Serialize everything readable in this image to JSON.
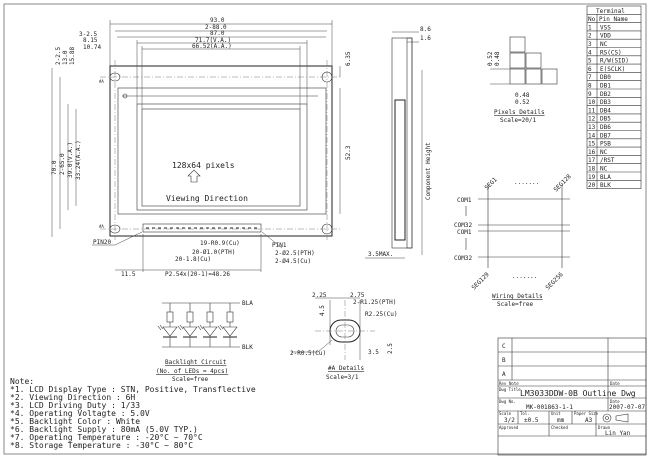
{
  "top_dims": {
    "overall": "93.0",
    "holes": "2-88.0",
    "glass": "87.0",
    "va": "71.7(V.A.)",
    "aa": "66.52(A.A.)",
    "left_a": "3-2.5",
    "left_b": "8.15",
    "left_c": "10.74"
  },
  "left_dims": {
    "overall": "70.0",
    "holes": "2-65.0",
    "va": "39.0(V.A.)",
    "aa": "33.24(A.A.)",
    "small_a": "2-2.5",
    "small_b": "13.0",
    "small_c": "15.88"
  },
  "right_dims": {
    "top": "6.35",
    "height": "52.3"
  },
  "display": {
    "pixels": "128x64 pixels",
    "direction": "Viewing Direction",
    "detail_mark": "#A"
  },
  "side_view": {
    "thick": "8.6",
    "pcb": "1.6",
    "component_height": "Component Height",
    "max": "3.5MAX."
  },
  "pins": {
    "pin20": "PIN20",
    "pin1": "PIN1",
    "r09": "19-R0.9(Cu)",
    "pth10": "20-Ø1.0(PTH)",
    "cu18": "20-1.8(Cu)",
    "offset": "11.5",
    "pitch": "P2.54x(20-1)=48.26",
    "pth25": "2-Ø2.5(PTH)",
    "cu45": "2-Ø4.5(Cu)"
  },
  "pixel_details": {
    "v1": "0.52",
    "v2": "0.48",
    "h1": "0.48",
    "h2": "0.52",
    "title": "Pixels Details",
    "scale": "Scale=20/1"
  },
  "terminal": {
    "title": "Terminal",
    "col_no": "No.",
    "col_name": "Pin Name",
    "rows": [
      [
        "1",
        "VSS"
      ],
      [
        "2",
        "VDD"
      ],
      [
        "3",
        "NC"
      ],
      [
        "4",
        "RS(CS)"
      ],
      [
        "5",
        "R/W(SID)"
      ],
      [
        "6",
        "E(SCLK)"
      ],
      [
        "7",
        "DB0"
      ],
      [
        "8",
        "DB1"
      ],
      [
        "9",
        "DB2"
      ],
      [
        "10",
        "DB3"
      ],
      [
        "11",
        "DB4"
      ],
      [
        "12",
        "DB5"
      ],
      [
        "13",
        "DB6"
      ],
      [
        "14",
        "DB7"
      ],
      [
        "15",
        "PSB"
      ],
      [
        "16",
        "NC"
      ],
      [
        "17",
        "/RST"
      ],
      [
        "18",
        "NC"
      ],
      [
        "19",
        "BLA"
      ],
      [
        "20",
        "BLK"
      ]
    ]
  },
  "wiring": {
    "seg1": "SEG1",
    "seg128": "SEG128",
    "seg129": "SEG129",
    "seg256": "SEG256",
    "com1a": "COM1",
    "com32a": "COM32",
    "com1b": "COM1",
    "com32b": "COM32",
    "dots": ".......",
    "title": "Wiring Details",
    "scale": "Scale=free"
  },
  "backlight": {
    "bla": "BLA",
    "blk": "BLK",
    "title": "Backlight Circuit",
    "leds": "(No. of LEDs = 4pcs)",
    "scale": "Scale=free"
  },
  "a_details": {
    "d1": "2.25",
    "d2": "2.75",
    "r125": "2-R1.25(PTH)",
    "r225": "R2.25(Cu)",
    "h45": "4.5",
    "r05": "2-R0.5(Cu)",
    "w35": "3.5",
    "h25": "2.5",
    "title": "#A Details",
    "scale": "Scale=3/1"
  },
  "notes": {
    "heading": "Note:",
    "items": [
      "*1. LCD Display Type : STN, Positive, Transflective",
      "*2. Viewing Direction : 6H",
      "*3. LCD Driving Duty : 1/33",
      "*4. Operating Voltagte : 5.0V",
      "*5. Backlight Color : White",
      "*6. Backlight Supply : 80mA (5.0V TYP.)",
      "*7. Operating Temperature : -20°C ~ 70°C",
      "*8. Storage Temperature : -30°C ~ 80°C"
    ]
  },
  "title_block": {
    "rev_c": "C",
    "rev_b": "B",
    "rev_a": "A",
    "rev_label": "Rev",
    "note_label": "Note",
    "date_label": "Date",
    "dwg_title_label": "Dwg Title",
    "dwg_title": "LM3033DDW-0B Outline Dwg",
    "dwg_no_label": "Dwg No.",
    "dwg_no": "MK-001863-1-1",
    "date2_label": "Date",
    "date": "2007-07-07",
    "scale_label": "Scale",
    "scale": "3/2",
    "tol_label": "Tol.",
    "tol": "±0.5",
    "unit_label": "Unit",
    "unit": "mm",
    "paper_label": "Paper Size",
    "paper": "A3",
    "approved_label": "Approved",
    "checked_label": "Checked",
    "drawn_label": "Drawn",
    "drawn": "Lin Yan"
  }
}
